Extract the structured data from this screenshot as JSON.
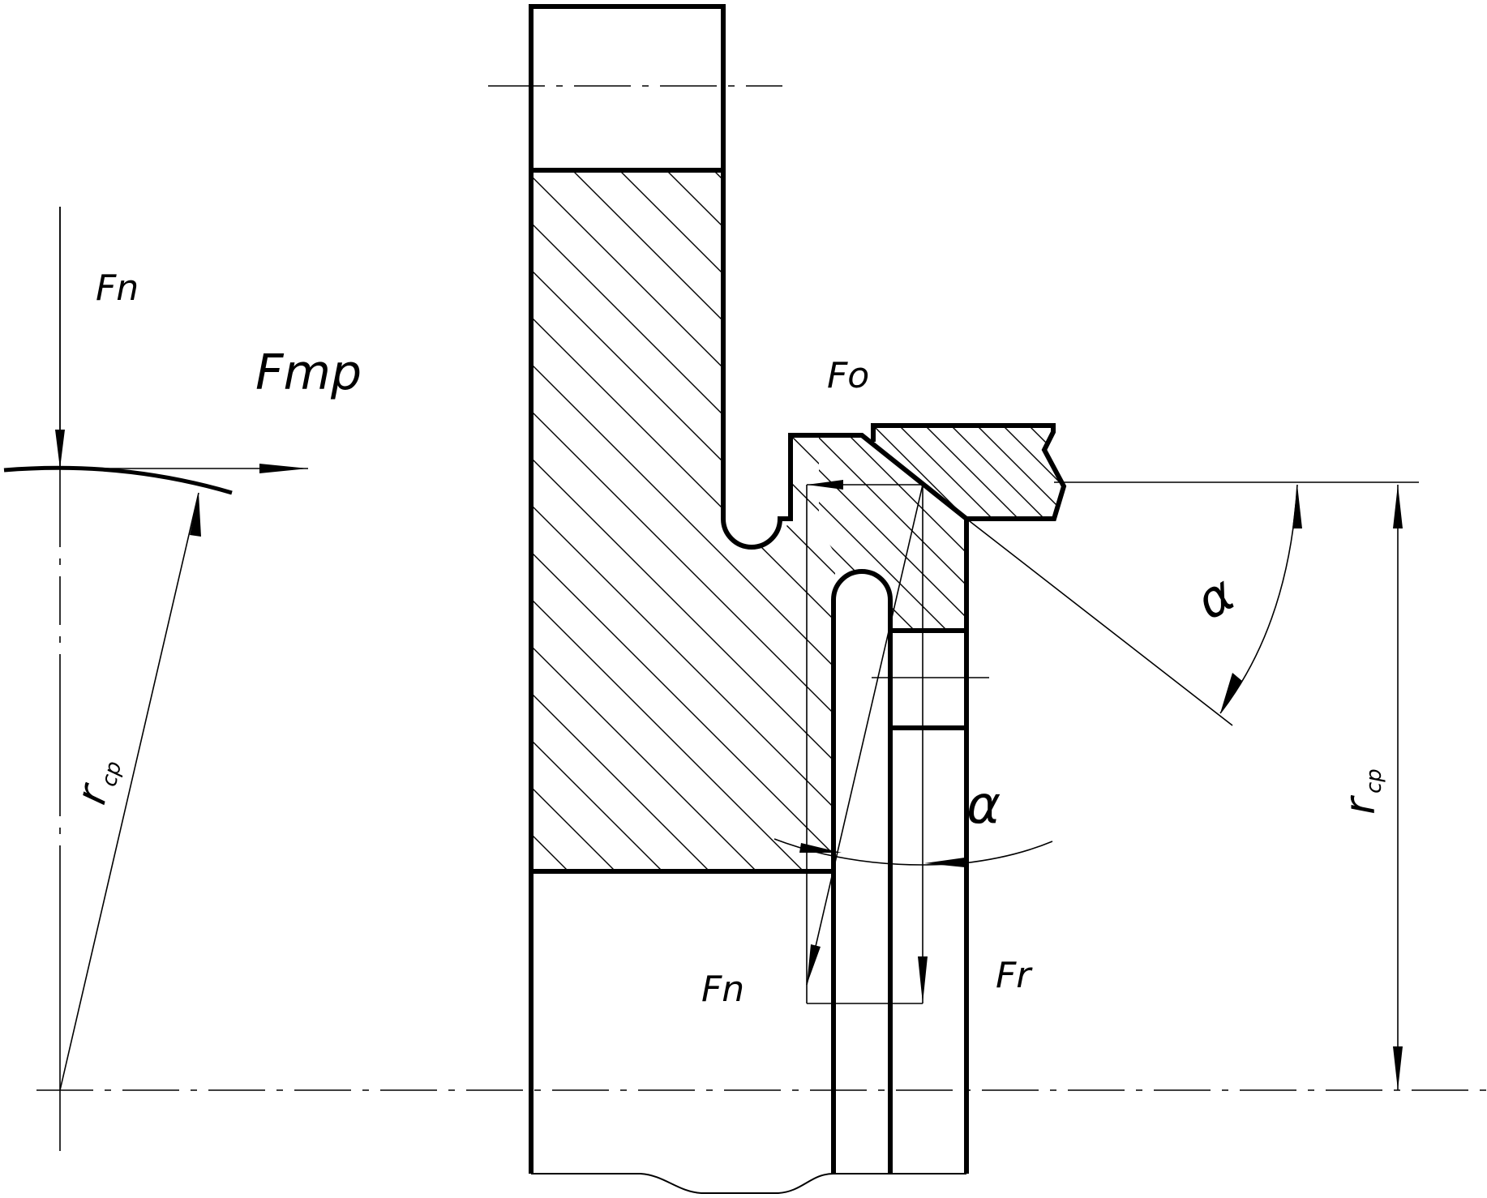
{
  "labels": {
    "fn_top": "Fn",
    "ftr": "Fmp",
    "fo": "Fo",
    "alpha_right": "α",
    "alpha_mid": "α",
    "fn_bottom": "Fn",
    "fr": "Fr",
    "r_left": "r",
    "r_left_sub": "cp",
    "r_right": "r",
    "r_right_sub": "cp"
  },
  "colors": {
    "line": "#000000",
    "background": "#ffffff"
  }
}
